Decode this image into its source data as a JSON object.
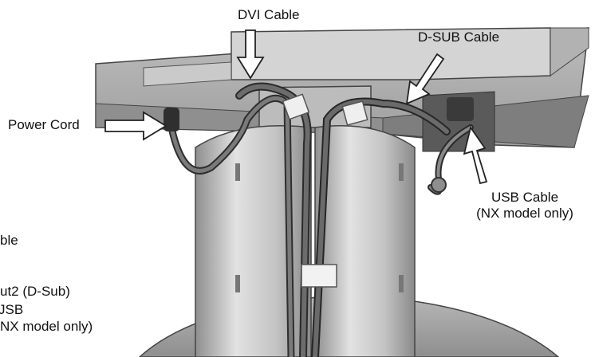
{
  "labels": {
    "dvi": "DVI Cable",
    "dsub": "D-SUB Cable",
    "power": "Power Cord",
    "usb_line1": "USB Cable",
    "usb_line2": "(NX model only)",
    "partial_1": "ble",
    "partial_2": "ut2 (D-Sub)",
    "partial_3": "JSB",
    "partial_4": "NX model only)"
  },
  "colors": {
    "background": "#ffffff",
    "monitor_light": "#d2d2d2",
    "monitor_mid": "#a9a9a9",
    "monitor_dark": "#6f6f6f",
    "stand": "#c4c4c4",
    "cable": "#5c5c5c",
    "text": "#111111"
  }
}
